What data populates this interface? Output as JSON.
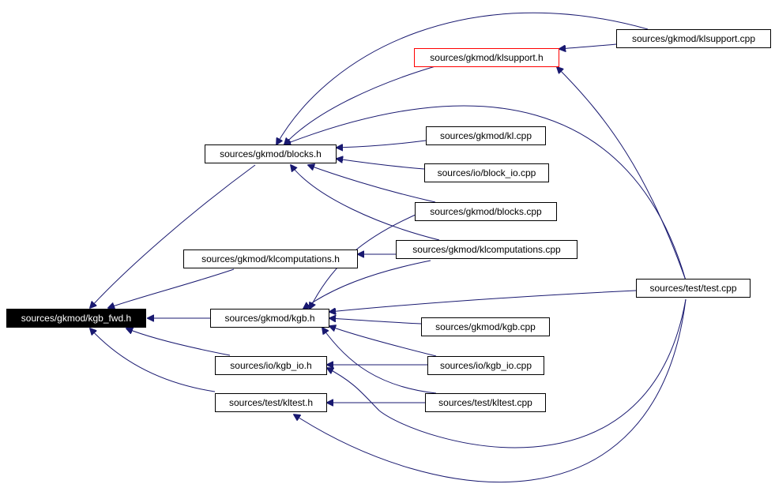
{
  "colors": {
    "edge": "#191970",
    "node_border": "#000000",
    "highlight_border": "#ff0000",
    "root_fill": "#000000",
    "root_text": "#ffffff"
  },
  "nodes": {
    "kgb_fwd_h": "sources/gkmod/kgb_fwd.h",
    "blocks_h": "sources/gkmod/blocks.h",
    "klcomputations_h": "sources/gkmod/klcomputations.h",
    "kgb_h": "sources/gkmod/kgb.h",
    "kgb_io_h": "sources/io/kgb_io.h",
    "kltest_h": "sources/test/kltest.h",
    "klsupport_h": "sources/gkmod/klsupport.h",
    "klsupport_cpp": "sources/gkmod/klsupport.cpp",
    "kl_cpp": "sources/gkmod/kl.cpp",
    "block_io_cpp": "sources/io/block_io.cpp",
    "blocks_cpp": "sources/gkmod/blocks.cpp",
    "klcomputations_cpp": "sources/gkmod/klcomputations.cpp",
    "test_cpp": "sources/test/test.cpp",
    "kgb_cpp": "sources/gkmod/kgb.cpp",
    "kgb_io_cpp": "sources/io/kgb_io.cpp",
    "kltest_cpp": "sources/test/kltest.cpp"
  }
}
